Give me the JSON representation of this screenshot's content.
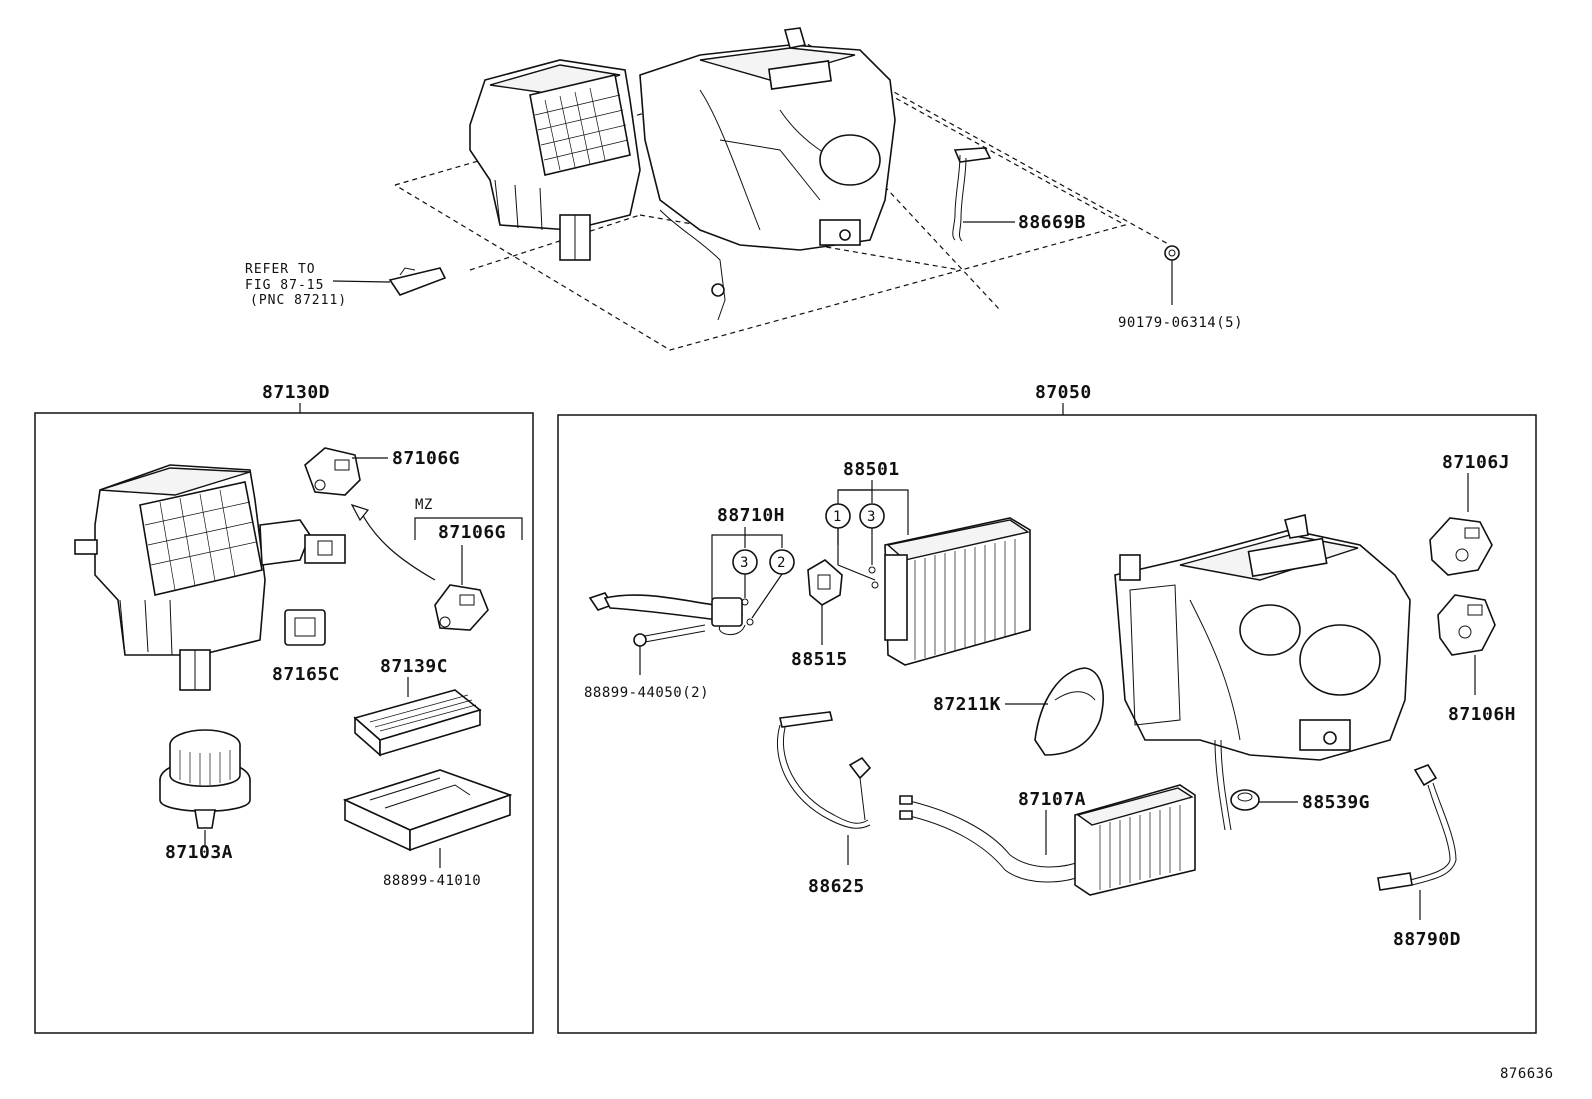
{
  "reference_note": {
    "line1": "REFER TO",
    "line2": "FIG 87-15",
    "line3": "(PNC 87211)"
  },
  "top_parts": {
    "hose_label": "88669B",
    "clip_label": "90179-06314(5)"
  },
  "left_assembly": {
    "title": "87130D",
    "variant_label": "MZ",
    "parts": {
      "servo_upper": "87106G",
      "servo_mz": "87106G",
      "resistor": "87165C",
      "filter": "87139C",
      "blower_motor": "87103A",
      "filter_cover": "88899-41010"
    }
  },
  "right_assembly": {
    "title": "87050",
    "parts": {
      "evaporator": "88501",
      "expansion_valve": "88710H",
      "ring_3a": "3",
      "ring_2": "2",
      "ring_1": "1",
      "ring_3b": "3",
      "bolt": "88899-44050(2)",
      "thermistor": "88515",
      "duct": "87211K",
      "servo_j": "87106J",
      "servo_h": "87106H",
      "wire_harness": "88625",
      "heater_core": "87107A",
      "grommet": "88539G",
      "sensor_wire": "88790D"
    }
  },
  "diagram_id": "876636"
}
